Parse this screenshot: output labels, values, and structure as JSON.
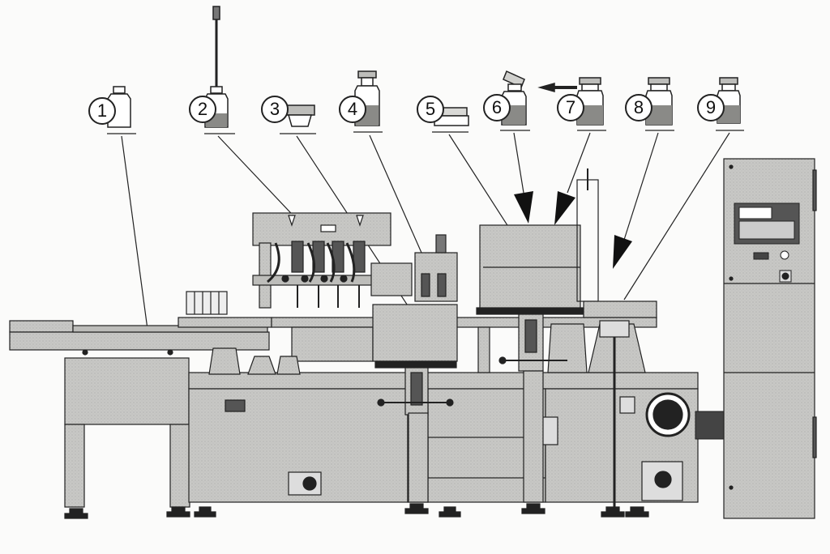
{
  "diagram": {
    "type": "vial filling and stoppering machine line drawing",
    "callouts": [
      {
        "number": "1",
        "icon": "empty-vial-icon"
      },
      {
        "number": "2",
        "icon": "filling-needle-vial-icon"
      },
      {
        "number": "3",
        "icon": "rubber-stopper-icon"
      },
      {
        "number": "4",
        "icon": "stoppered-vial-icon"
      },
      {
        "number": "5",
        "icon": "aluminium-cap-icon"
      },
      {
        "number": "6",
        "icon": "cap-placement-vial-icon"
      },
      {
        "number": "7",
        "icon": "crimping-vial-icon"
      },
      {
        "number": "8",
        "icon": "capped-vial-icon"
      },
      {
        "number": "9",
        "icon": "finished-vial-icon"
      }
    ],
    "colors": {
      "machine_fill": "#c9c9c6",
      "machine_dark": "#9a9a97",
      "line": "#222222",
      "background": "#fbfbfa"
    }
  }
}
